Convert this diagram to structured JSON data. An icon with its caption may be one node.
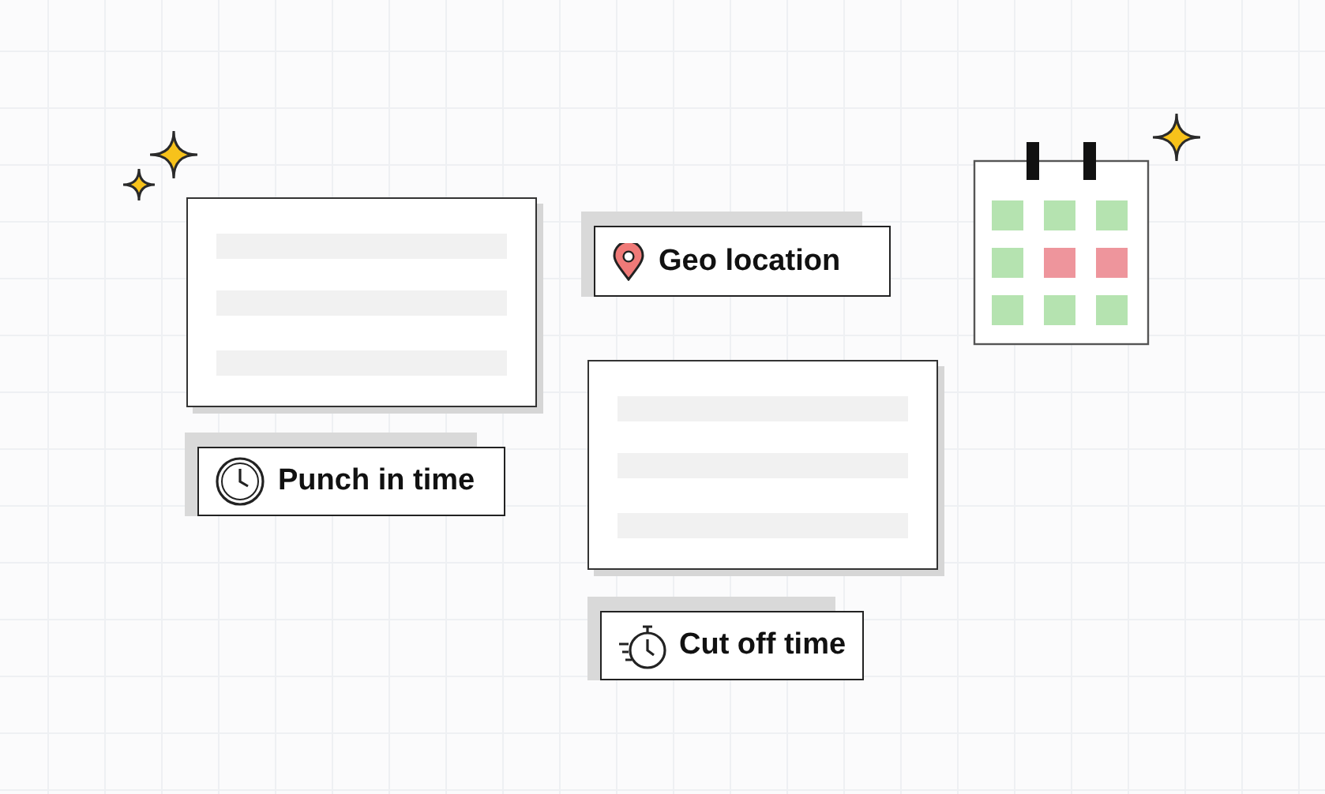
{
  "diagram": {
    "nodes": [
      {
        "text": [
          "Geo location"
        ]
      },
      {
        "text": [
          "Punch in time"
        ]
      },
      {
        "text": [
          "Cut off time"
        ]
      }
    ]
  }
}
